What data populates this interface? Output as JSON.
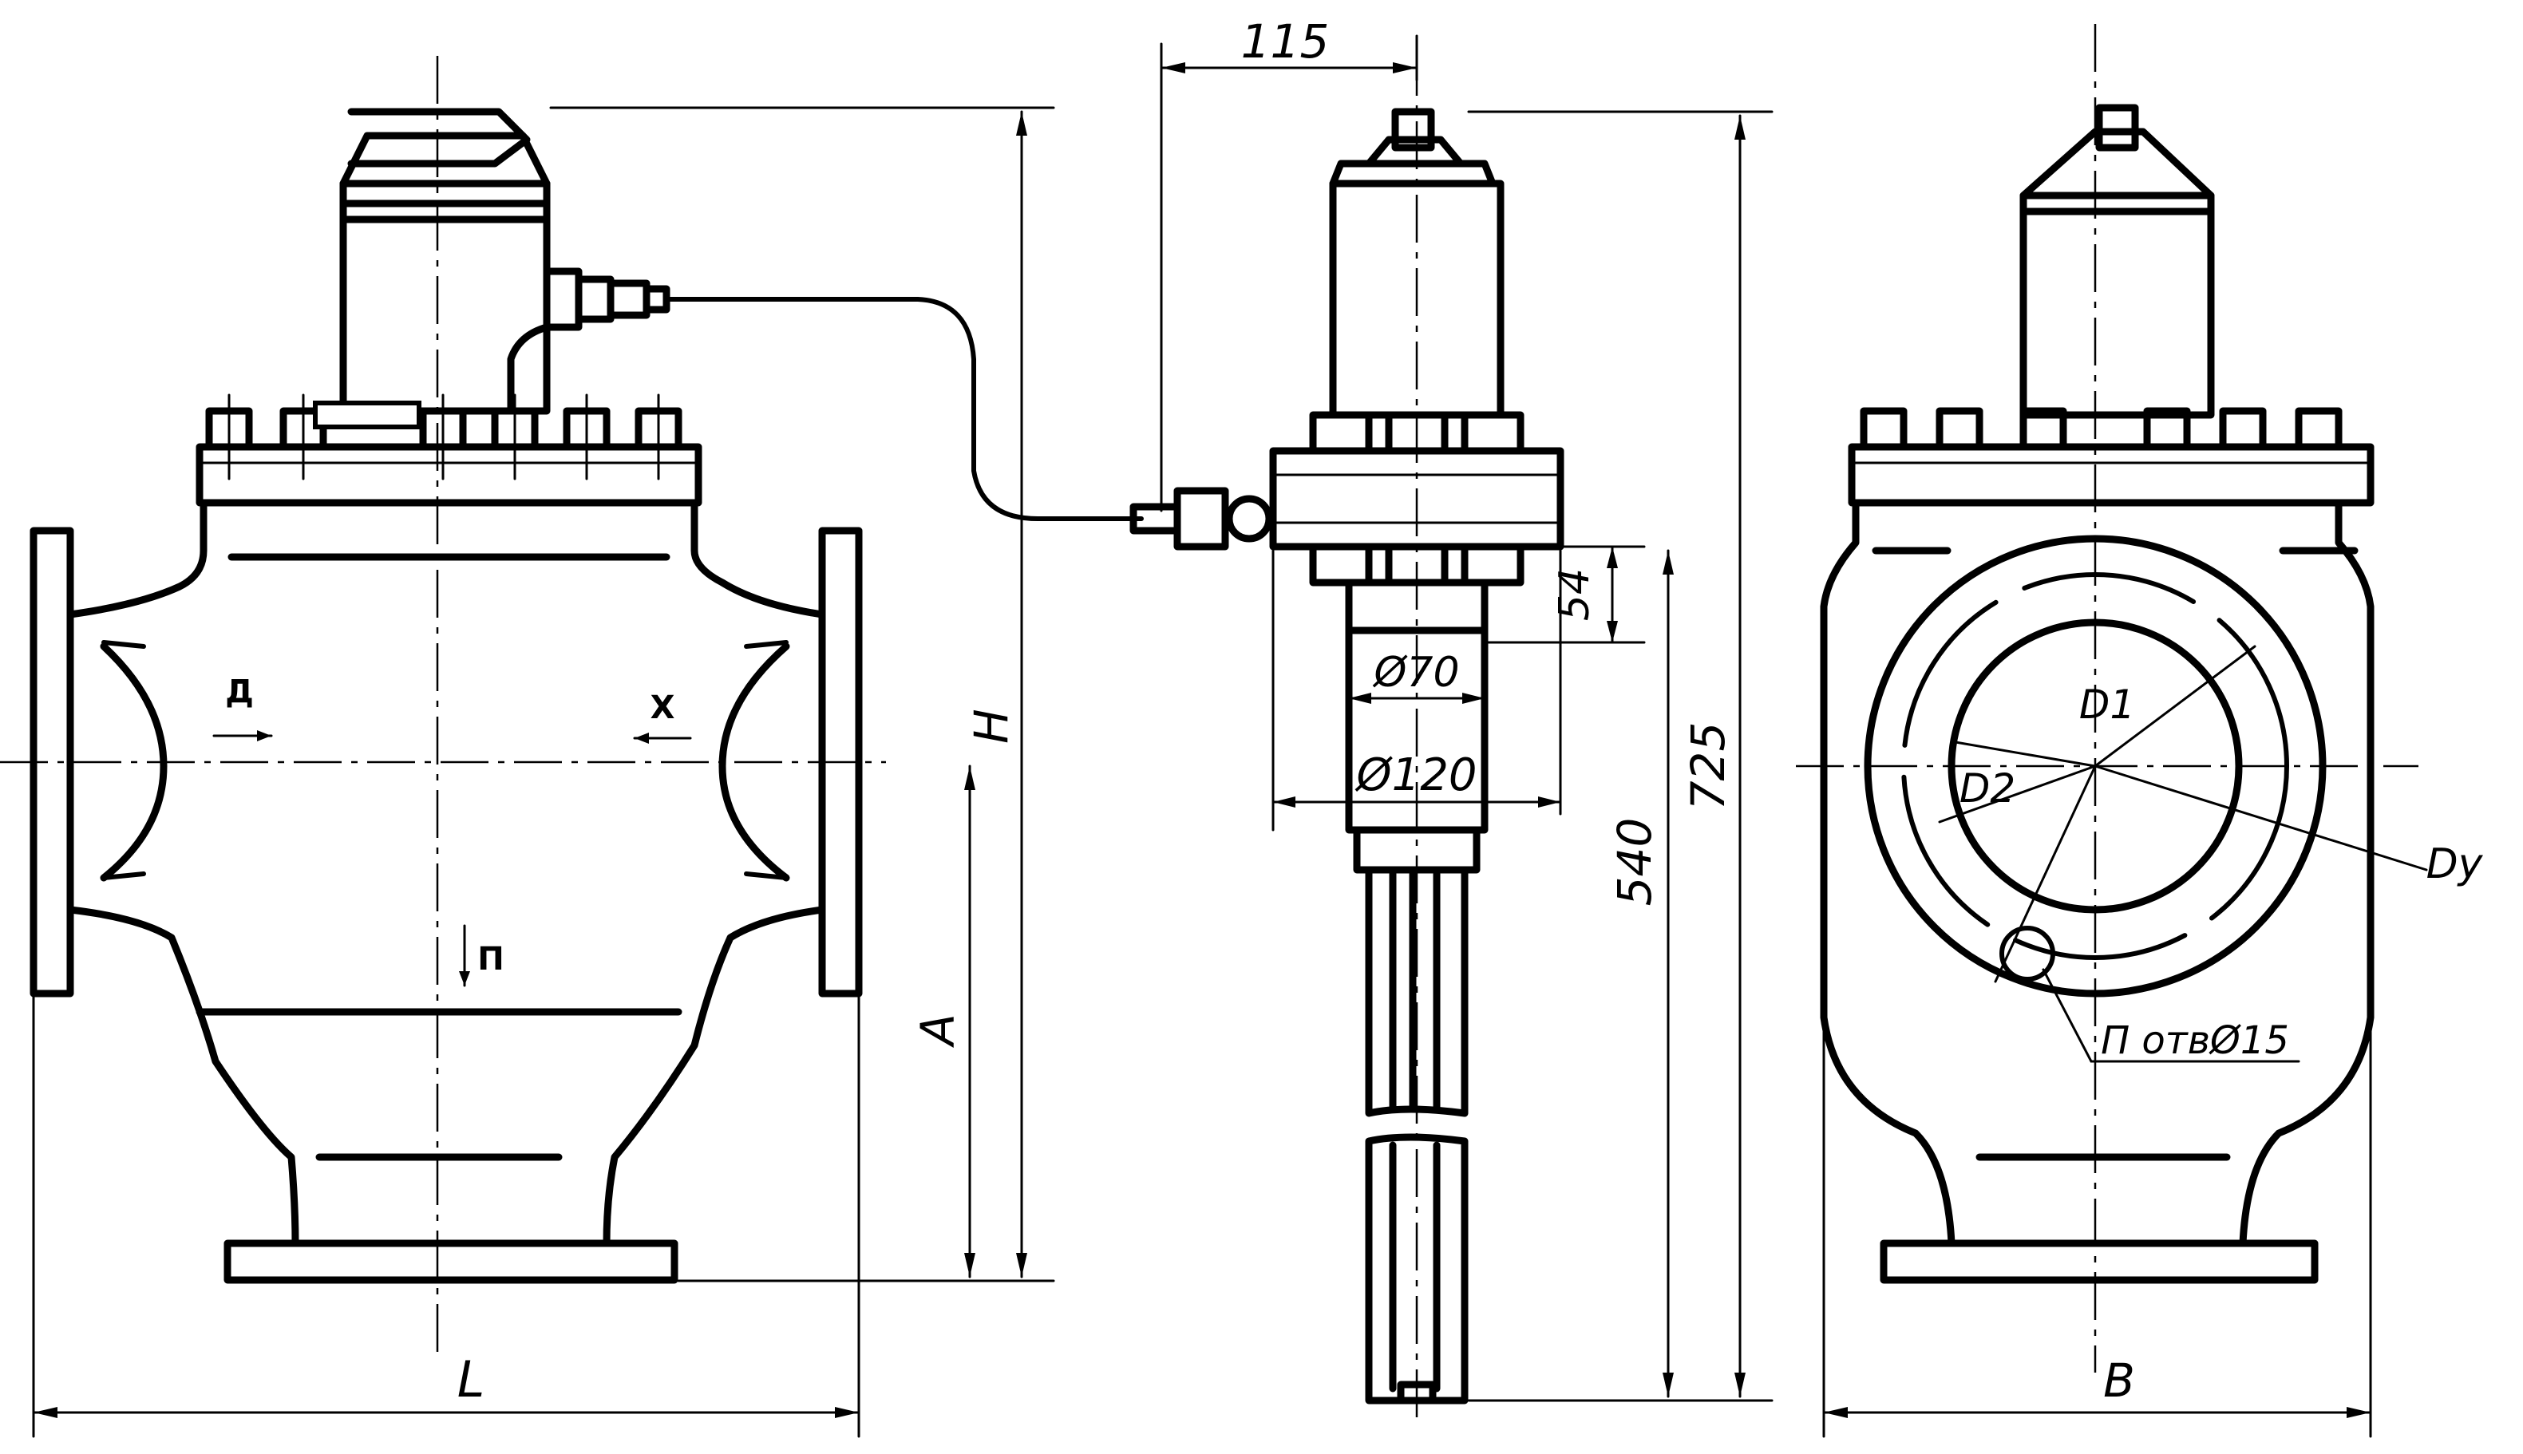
{
  "labels": {
    "dim_115": "115",
    "dim_54": "54",
    "dim_phi70": "Ø70",
    "dim_phi120": "Ø120",
    "dim_540": "540",
    "dim_725": "725",
    "dim_L": "L",
    "dim_H": "H",
    "dim_A": "A",
    "dim_B": "B",
    "dim_D1": "D1",
    "dim_D2": "D2",
    "dim_Dy": "Dy",
    "port_D": "Д",
    "port_X": "X",
    "port_P": "П",
    "holes_note": "П отвØ15"
  }
}
